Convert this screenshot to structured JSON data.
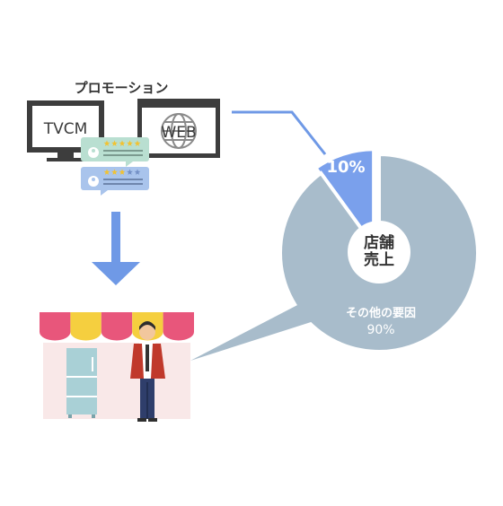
{
  "promotion": {
    "title": "プロモーション",
    "tv_label": "TVCM",
    "web_label": "WEB",
    "review_cards": [
      {
        "stars_filled": 5,
        "stars_total": 5
      },
      {
        "stars_filled": 3,
        "stars_total": 5
      }
    ]
  },
  "chart_data": {
    "type": "pie",
    "center_label": "店舗\n売上",
    "slices": [
      {
        "label": "",
        "value": 10,
        "display": "10%",
        "exploded": true,
        "color": "#7aa0ec"
      },
      {
        "label": "その他の要因",
        "value": 90,
        "display": "90%",
        "exploded": false,
        "color": "#a8bccb"
      }
    ]
  },
  "center_lines": [
    "店舗",
    "売上"
  ],
  "colors": {
    "arrow": "#6f99e6",
    "connector_line": "#6f99e6",
    "pie_other": "#a8bccb",
    "pie_promo": "#7aa0ec",
    "monitor_frame": "#3d3d3d",
    "store_wall": "#f9e8e8",
    "awning_pink": "#e8567b",
    "awning_yellow": "#f5cf3f",
    "fridge": "#a9d0d6",
    "jacket": "#c0392b"
  }
}
